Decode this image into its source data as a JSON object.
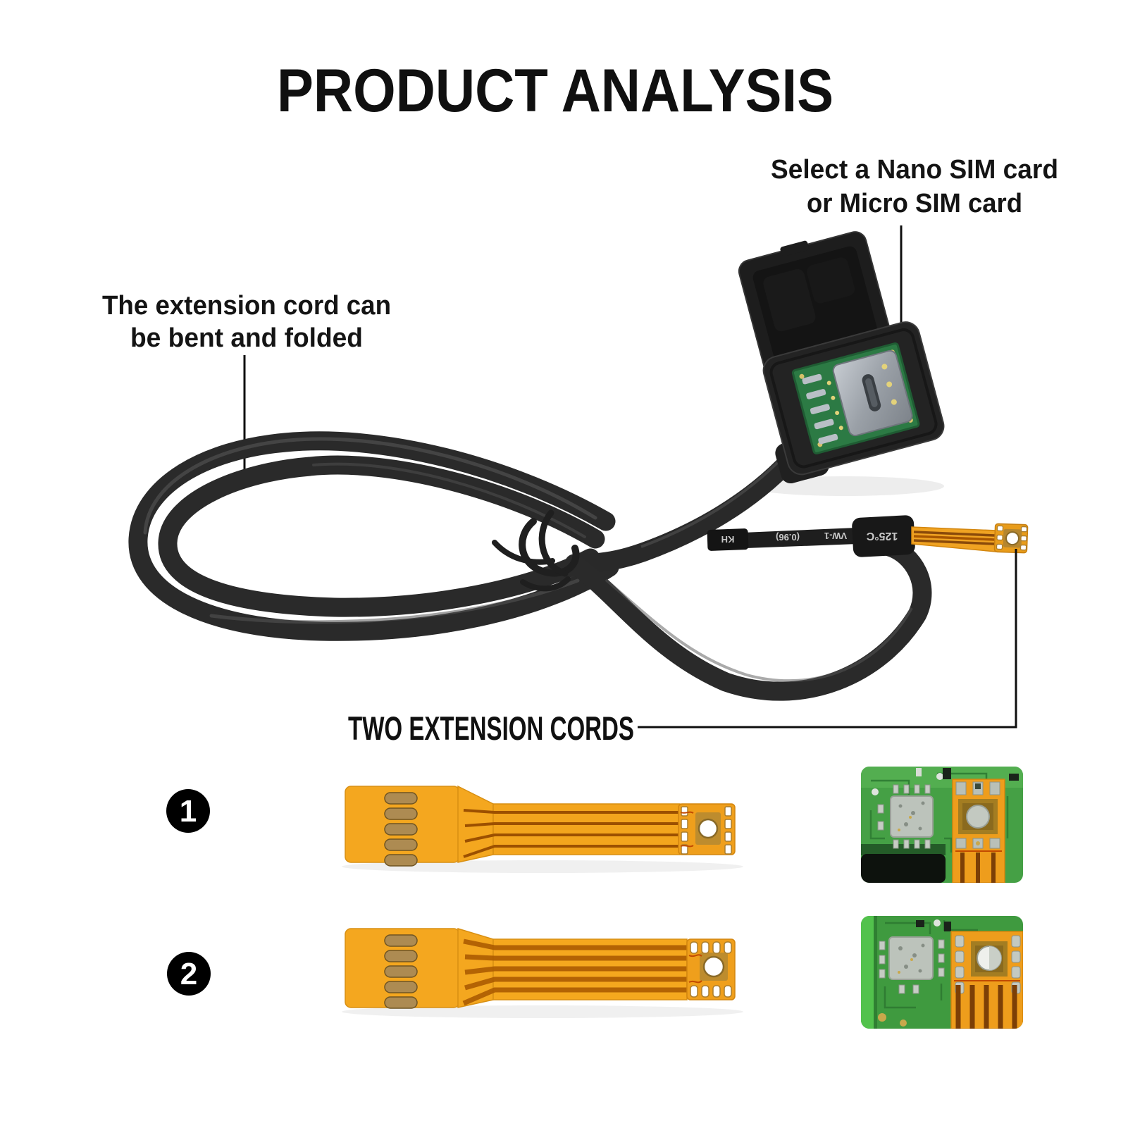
{
  "title": "PRODUCT ANALYSIS",
  "callouts": {
    "sim": {
      "line1": "Select a Nano SIM card",
      "line2": "or Micro SIM card"
    },
    "bend": {
      "line1": "The extension cord can",
      "line2": "be bent and folded"
    },
    "cords": {
      "label": "TWO EXTENSION CORDS"
    }
  },
  "cable_markings": {
    "kh": "KH",
    "gauge": "(0.96)",
    "vw": "VW-1",
    "temp": "125°C"
  },
  "extension_cords": [
    {
      "number": "1"
    },
    {
      "number": "2"
    }
  ],
  "colors": {
    "flex_orange": "#F2A51F",
    "flex_trace": "#8A4A0A",
    "pcb_green": "#3F9B3F",
    "cable_black": "#262626",
    "gold_pad": "#BD8C2E",
    "text": "#111111"
  }
}
